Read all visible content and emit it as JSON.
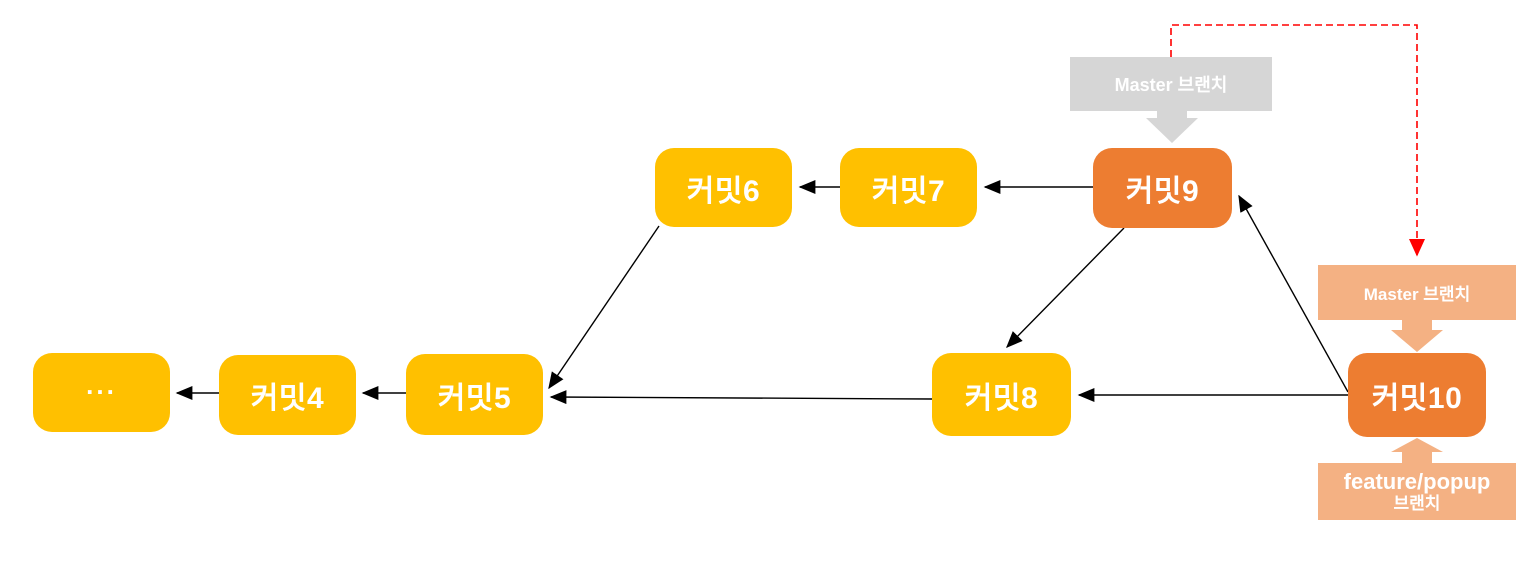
{
  "diagram_type": "git-branch-commit-graph",
  "nodes": {
    "dots": {
      "label": "..."
    },
    "c4": {
      "label": "커밋4"
    },
    "c5": {
      "label": "커밋5"
    },
    "c6": {
      "label": "커밋6"
    },
    "c7": {
      "label": "커밋7"
    },
    "c8": {
      "label": "커밋8"
    },
    "c9": {
      "label": "커밋9"
    },
    "c10": {
      "label": "커밋10"
    }
  },
  "branch_labels": {
    "master_on_c9": {
      "label": "Master 브랜치"
    },
    "master_on_c10": {
      "label": "Master 브랜치"
    },
    "feature_on_c10": {
      "line1": "feature/popup",
      "line2": "브랜치"
    }
  },
  "edges": [
    {
      "from": "커밋4",
      "to": "...",
      "style": "solid-black-arrow"
    },
    {
      "from": "커밋5",
      "to": "커밋4",
      "style": "solid-black-arrow"
    },
    {
      "from": "커밋6",
      "to": "커밋5",
      "style": "solid-black-arrow"
    },
    {
      "from": "커밋7",
      "to": "커밋6",
      "style": "solid-black-arrow"
    },
    {
      "from": "커밋9",
      "to": "커밋7",
      "style": "solid-black-arrow"
    },
    {
      "from": "커밋9",
      "to": "커밋8",
      "style": "solid-black-arrow"
    },
    {
      "from": "커밋8",
      "to": "커밋5",
      "style": "solid-black-arrow"
    },
    {
      "from": "커밋10",
      "to": "커밋8",
      "style": "solid-black-arrow"
    },
    {
      "from": "커밋10",
      "to": "커밋9",
      "style": "solid-black-arrow"
    },
    {
      "from": "Master 브랜치 (커밋9)",
      "to": "Master 브랜치 (커밋10)",
      "style": "dashed-red-arrow"
    },
    {
      "from": "Master 브랜치 label",
      "to": "커밋9",
      "style": "gray-block-arrow"
    },
    {
      "from": "Master 브랜치 label",
      "to": "커밋10",
      "style": "peach-block-arrow"
    },
    {
      "from": "feature/popup 브랜치 label",
      "to": "커밋10",
      "style": "peach-block-arrow"
    }
  ],
  "colors": {
    "commit_yellow": "#FFC000",
    "commit_orange": "#ED7D31",
    "label_gray": "#D6D6D6",
    "label_peach": "#F4B183",
    "edge_black": "#000000",
    "dashed_red": "#FF0000",
    "text_white": "#FFFFFF",
    "background": "#FFFFFF"
  }
}
